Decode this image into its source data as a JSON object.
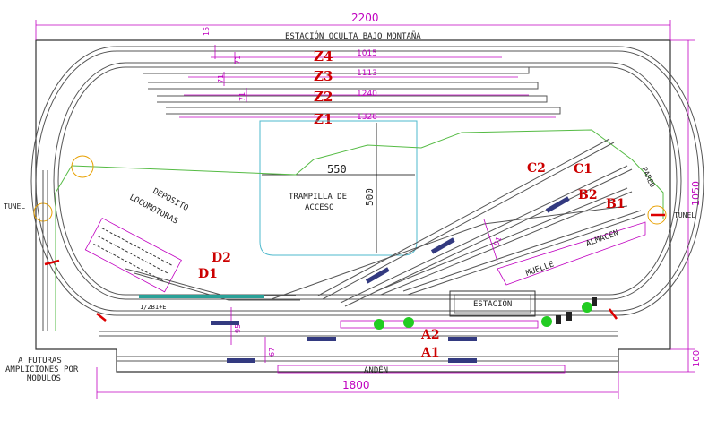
{
  "dimensions": {
    "total_width": "2200",
    "total_height": "1050",
    "lower_width": "1800",
    "lower_height": "100",
    "opening_width": "550",
    "opening_height": "500",
    "offset_15": "15",
    "offset_71a": "71",
    "offset_71b": "71",
    "offset_71c": "71",
    "offset_91": "91",
    "offset_95": "95",
    "offset_67": "67"
  },
  "hidden_station": {
    "title": "ESTACIÓN OCULTA BAJO MONTAÑA",
    "tracks": [
      {
        "name": "Z4",
        "length": "1015"
      },
      {
        "name": "Z3",
        "length": "1113"
      },
      {
        "name": "Z2",
        "length": "1240"
      },
      {
        "name": "Z1",
        "length": "1326"
      }
    ]
  },
  "labels": {
    "tunnel_left": "TUNEL",
    "tunnel_right": "TUNEL",
    "wall": "PARED",
    "trapdoor_line1": "TRAMPILLA DE",
    "trapdoor_line2": "ACCESO",
    "depot_line1": "DEPOSITO",
    "depot_line2": "LOCOMOTORAS",
    "pier": "MUELLE",
    "warehouse": "ALMACEN",
    "station": "ESTACIÓN",
    "platform": "ANDÉN",
    "future_line1": "A FUTURAS",
    "future_line2": "AMPLICIONES POR",
    "future_line3": "MODULOS",
    "connector": "1/2B1+E"
  },
  "track_names": {
    "c2": "C2",
    "c1": "C1",
    "b2": "B2",
    "b1": "B1",
    "d2": "D2",
    "d1": "D1",
    "a2": "A2",
    "a1": "A1"
  }
}
